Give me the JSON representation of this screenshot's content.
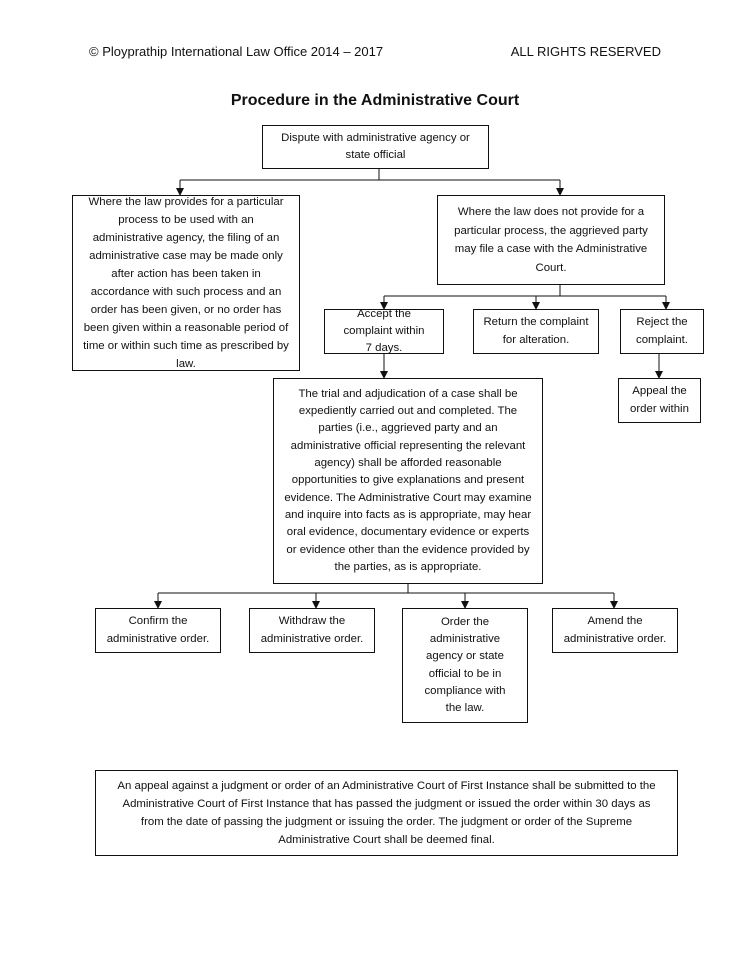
{
  "header": {
    "copyright": "© Ployprathip International Law Office 2014 – 2017",
    "rights": "ALL RIGHTS RESERVED"
  },
  "title": "Procedure in the Administrative Court",
  "nodes": {
    "dispute": "Dispute with administrative agency or state official",
    "law_provides": "Where the law provides for a particular process to be used with an administrative agency, the filing of an administrative case may be made only after action has been taken in accordance with such process and an order has been given, or no order has been given within a reasonable period of time or within such time as prescribed by law.",
    "law_not_provides": "Where the law does not provide for a particular process, the aggrieved party may file a case with the Administrative Court.",
    "accept": "Accept the complaint within 7 days.",
    "return": "Return the complaint for alteration.",
    "reject": "Reject the complaint.",
    "appeal_order": "Appeal the order within",
    "trial": "The trial and adjudication of a case shall be expediently carried out and completed. The parties (i.e., aggrieved party and an administrative official representing the relevant agency) shall be afforded reasonable opportunities to give explanations and present evidence. The Administrative Court may examine and inquire into facts as is appropriate, may hear oral evidence, documentary evidence or experts or evidence other than the evidence provided by the parties, as is appropriate.",
    "confirm": "Confirm the administrative order.",
    "withdraw": "Withdraw the administrative order.",
    "order_compliance": "Order the administrative agency or state official to be in compliance with the law.",
    "amend": "Amend the administrative order.",
    "appeal_note": "An appeal against a judgment or order of an Administrative Court of First Instance shall be submitted to the Administrative Court of First Instance that has passed the judgment or issued the order within 30 days as from the date of passing the judgment or issuing the order. The judgment or order of the Supreme Administrative Court shall be deemed final."
  }
}
